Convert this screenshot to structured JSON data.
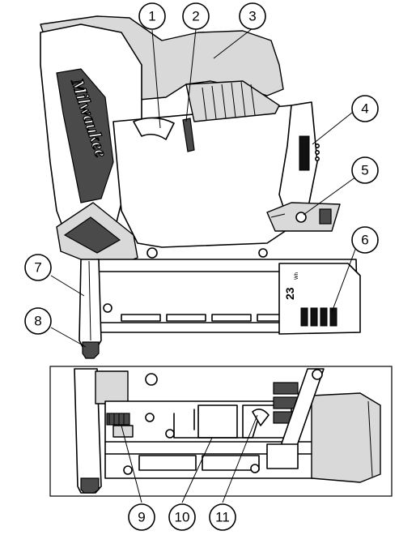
{
  "figure": {
    "brand": "Milwaukee",
    "battery_label": "23",
    "battery_unit": "Wh",
    "callouts": [
      {
        "id": "1",
        "label": "1"
      },
      {
        "id": "2",
        "label": "2"
      },
      {
        "id": "3",
        "label": "3"
      },
      {
        "id": "4",
        "label": "4"
      },
      {
        "id": "5",
        "label": "5"
      },
      {
        "id": "6",
        "label": "6"
      },
      {
        "id": "7",
        "label": "7"
      },
      {
        "id": "8",
        "label": "8"
      },
      {
        "id": "9",
        "label": "9"
      },
      {
        "id": "10",
        "label": "10"
      },
      {
        "id": "11",
        "label": "11"
      }
    ]
  },
  "colors": {
    "outline": "#000000",
    "body_grey": "#d9d9d9",
    "dark": "#4a4a4a",
    "background": "#ffffff"
  }
}
